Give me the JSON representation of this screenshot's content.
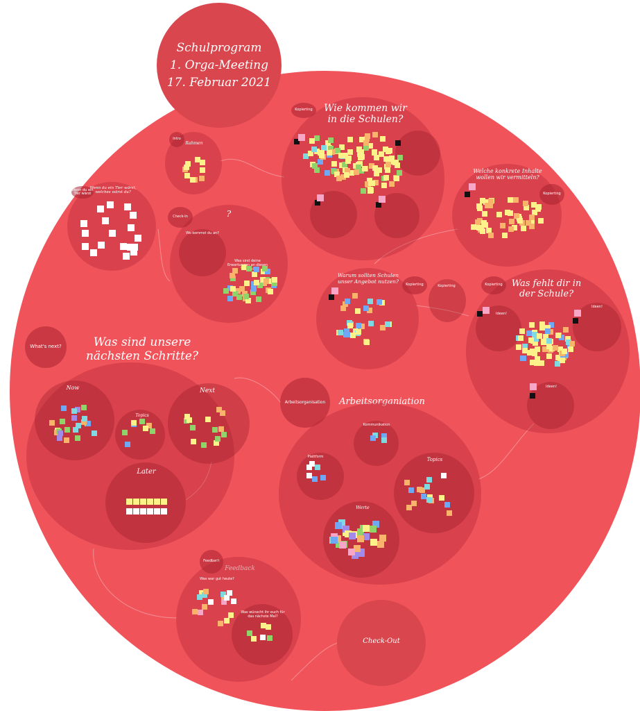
{
  "board": {
    "title_lines": [
      "Schulprogram",
      "1. Orga-Meeting",
      "17. Februar 2021"
    ]
  },
  "sections": {
    "schools": {
      "heading": "Wie kommen wir in die Schulen?",
      "tag": "Kopierting"
    },
    "contents": {
      "heading": "Welche konkrete Inhalte wollen wir vermitteln?",
      "tag": "Kopierting"
    },
    "missing": {
      "heading": "Was fehlt dir in der Schule?",
      "tag": "Kopierting",
      "sub": "Ideen!"
    },
    "why": {
      "heading": "Warum sollten Schulen unser Angebot nutzen?",
      "tag": "Kopierting"
    },
    "question": {
      "heading": "?",
      "sub1": "Wo kommst du an?",
      "sub2": "Was sind deine Erwartungen an diesen Treffen?",
      "tag": "Check-In"
    },
    "rahmen": {
      "heading": "Rahmen",
      "tag": "Intro"
    },
    "animal": {
      "heading": "Wenn du ein Tier wärst, welches wärst du?",
      "tag": "Wenn du ein Tier wärst"
    },
    "next_steps": {
      "heading": "Was sind unsere nächsten Schritte?",
      "tag": "What's next?",
      "now": "Now",
      "topics": "Topics",
      "next": "Next",
      "later": "Later"
    },
    "arbeitsorg": {
      "heading": "Arbeitsorganiation",
      "tag": "Arbeitsorganisation",
      "sub_top": "Kommunikation",
      "sub_left": "Plattform",
      "sub_right": "Topics",
      "sub_bottom": "Werte"
    },
    "feedback": {
      "heading": "Feedback",
      "tag": "Feedback",
      "sub1": "Was war gut heute?",
      "sub2": "Was wünscht ihr euch für das nächste Mal?"
    },
    "checkout": {
      "heading": "Check-Out"
    }
  },
  "colors": {
    "canvas": "#f0535a",
    "frame": "#d9464e",
    "sticky_yellow": "#fdf18a",
    "sticky_orange": "#f9b36a",
    "sticky_green": "#8fd36a",
    "sticky_blue": "#6fa8f5",
    "sticky_pink": "#f7a6c8"
  }
}
